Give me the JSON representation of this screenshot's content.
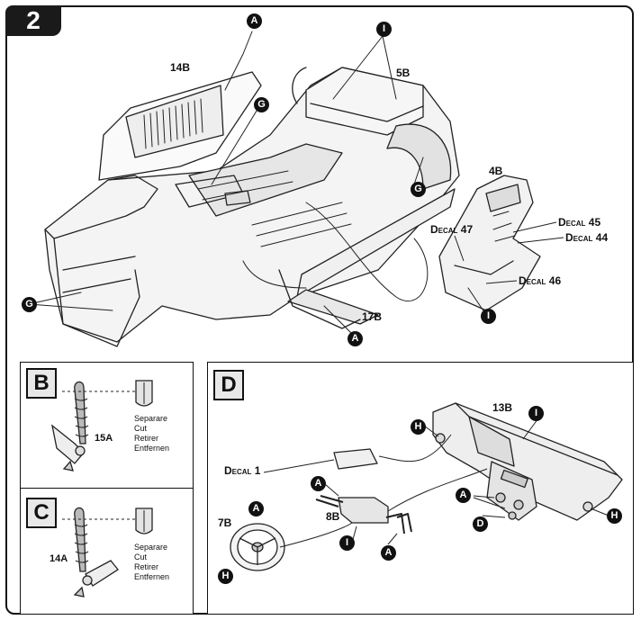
{
  "step": "2",
  "main": {
    "part_labels": {
      "p14b": "14B",
      "p5b": "5B",
      "p4b": "4B",
      "p17b": "17B"
    },
    "decals": {
      "d47": "Decal 47",
      "d45": "Decal 45",
      "d44": "Decal 44",
      "d46": "Decal 46"
    },
    "callouts": {
      "a": "A",
      "g": "G",
      "i": "I"
    }
  },
  "panel_b": {
    "letter": "B",
    "part": "15A",
    "cut_text": [
      "Separare",
      "Cut",
      "Retirer",
      "Entfernen"
    ]
  },
  "panel_c": {
    "letter": "C",
    "part": "14A",
    "cut_text": [
      "Separare",
      "Cut",
      "Retirer",
      "Entfernen"
    ]
  },
  "panel_d": {
    "letter": "D",
    "parts": {
      "p13b": "13B",
      "p7b": "7B",
      "p8b": "8B"
    },
    "decal": "Decal 1",
    "callouts": {
      "a": "A",
      "d": "D",
      "h": "H",
      "i": "I"
    }
  }
}
